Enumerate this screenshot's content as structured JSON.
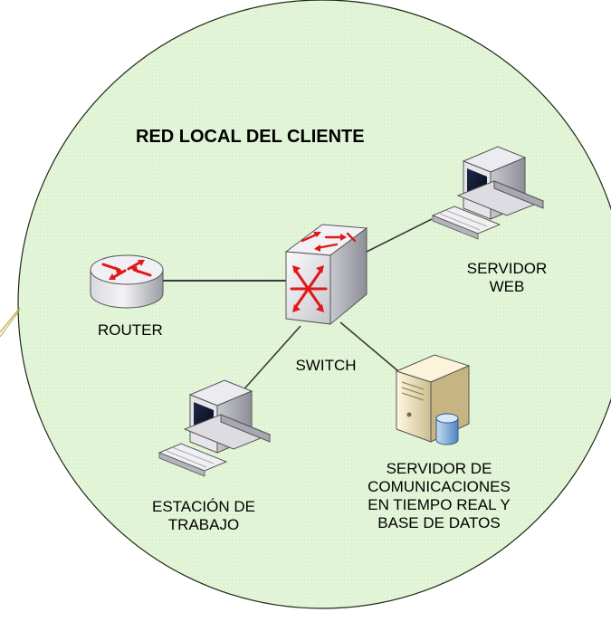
{
  "diagram": {
    "title": "RED LOCAL DEL CLIENTE",
    "colors": {
      "area_fill": "#e3f5d8",
      "area_border": "#1f2a12",
      "link": "#3a3a3a",
      "arrow": "#e01818",
      "device_body": "#e2e2e8",
      "server_body": "#efe6c8",
      "database": "#8ab4de"
    },
    "nodes": {
      "router": {
        "label": "ROUTER",
        "icon": "router-icon"
      },
      "switch": {
        "label": "SWITCH",
        "icon": "switch-icon"
      },
      "web_server": {
        "label_lines": [
          "SERVIDOR",
          "WEB"
        ],
        "icon": "workstation-icon"
      },
      "workstation": {
        "label_lines": [
          "ESTACIÓN DE",
          "TRABAJO"
        ],
        "icon": "workstation-icon"
      },
      "comm_server": {
        "label_lines": [
          "SERVIDOR DE",
          "COMUNICACIONES",
          "EN TIEMPO REAL Y",
          "BASE DE DATOS"
        ],
        "icon": "server-database-icon"
      }
    }
  }
}
